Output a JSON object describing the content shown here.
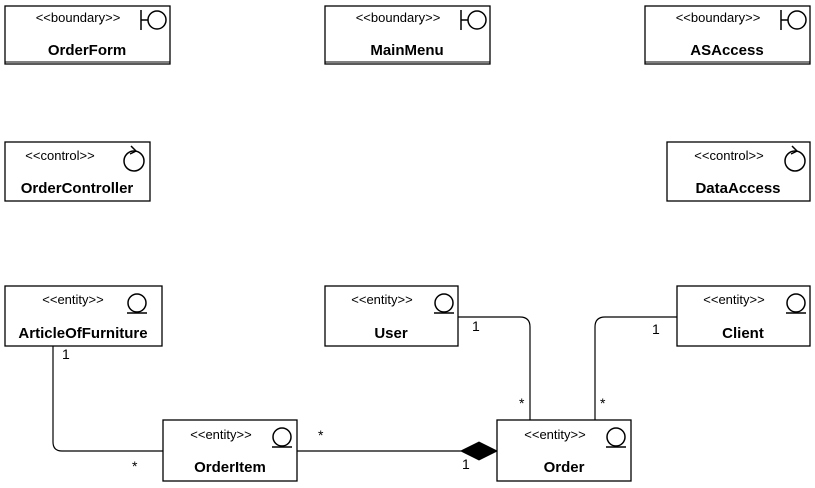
{
  "classes": [
    {
      "id": "orderform",
      "stereotype": "<<boundary>>",
      "name": "OrderForm",
      "kind": "boundary"
    },
    {
      "id": "mainmenu",
      "stereotype": "<<boundary>>",
      "name": "MainMenu",
      "kind": "boundary"
    },
    {
      "id": "asaccess",
      "stereotype": "<<boundary>>",
      "name": "ASAccess",
      "kind": "boundary"
    },
    {
      "id": "ordercontroller",
      "stereotype": "<<control>>",
      "name": "OrderController",
      "kind": "control"
    },
    {
      "id": "dataaccess",
      "stereotype": "<<control>>",
      "name": "DataAccess",
      "kind": "control"
    },
    {
      "id": "articleoffurniture",
      "stereotype": "<<entity>>",
      "name": "ArticleOfFurniture",
      "kind": "entity"
    },
    {
      "id": "user",
      "stereotype": "<<entity>>",
      "name": "User",
      "kind": "entity"
    },
    {
      "id": "client",
      "stereotype": "<<entity>>",
      "name": "Client",
      "kind": "entity"
    },
    {
      "id": "orderitem",
      "stereotype": "<<entity>>",
      "name": "OrderItem",
      "kind": "entity"
    },
    {
      "id": "order",
      "stereotype": "<<entity>>",
      "name": "Order",
      "kind": "entity"
    }
  ],
  "associations": [
    {
      "from": "articleoffurniture",
      "to": "orderitem",
      "from_mult": "1",
      "to_mult": "*",
      "kind": "association"
    },
    {
      "from": "orderitem",
      "to": "order",
      "from_mult": "*",
      "to_mult": "1",
      "kind": "composition"
    },
    {
      "from": "user",
      "to": "order",
      "from_mult": "1",
      "to_mult": "*",
      "kind": "association"
    },
    {
      "from": "client",
      "to": "order",
      "from_mult": "1",
      "to_mult": "*",
      "kind": "association"
    }
  ]
}
